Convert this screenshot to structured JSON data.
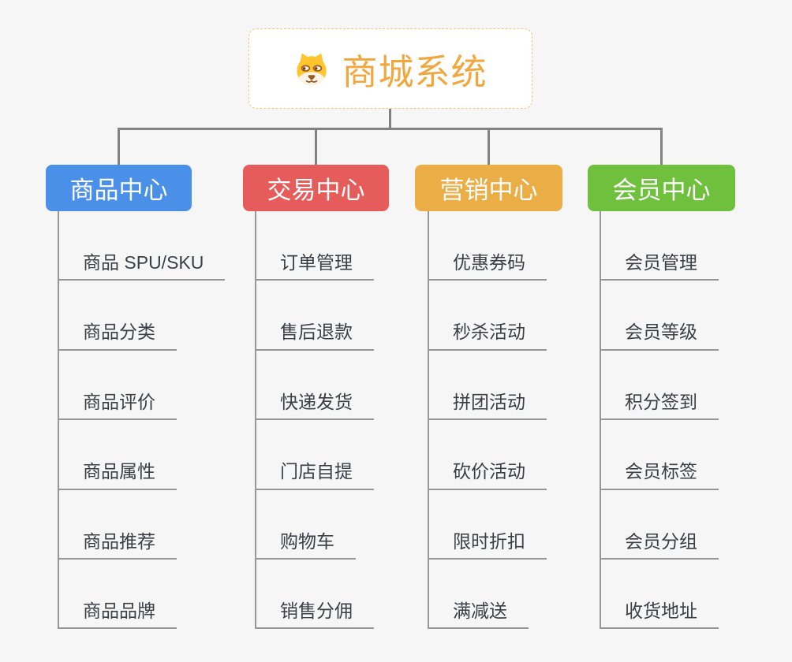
{
  "app": {
    "type": "mindmap",
    "background_color": "#F6F6F6",
    "connector_color": "#828282",
    "item_line_color": "#969696",
    "item_text_color": "#3A3F45"
  },
  "root": {
    "title": "商城系统",
    "icon": "dog-face-icon",
    "text_color": "#F0A73E",
    "border_color": "#F3C27E",
    "background": "#FFFFFF"
  },
  "branches": [
    {
      "id": "product-center",
      "label": "商品中心",
      "color": "#4A8FE8",
      "items": [
        "商品 SPU/SKU",
        "商品分类",
        "商品评价",
        "商品属性",
        "商品推荐",
        "商品品牌"
      ]
    },
    {
      "id": "trade-center",
      "label": "交易中心",
      "color": "#E65C5B",
      "items": [
        "订单管理",
        "售后退款",
        "快递发货",
        "门店自提",
        "购物车",
        "销售分佣"
      ]
    },
    {
      "id": "marketing-center",
      "label": "营销中心",
      "color": "#EBAD45",
      "items": [
        "优惠券码",
        "秒杀活动",
        "拼团活动",
        "砍价活动",
        "限时折扣",
        "满减送"
      ]
    },
    {
      "id": "member-center",
      "label": "会员中心",
      "color": "#6FC13D",
      "items": [
        "会员管理",
        "会员等级",
        "积分签到",
        "会员标签",
        "会员分组",
        "收货地址"
      ]
    }
  ]
}
